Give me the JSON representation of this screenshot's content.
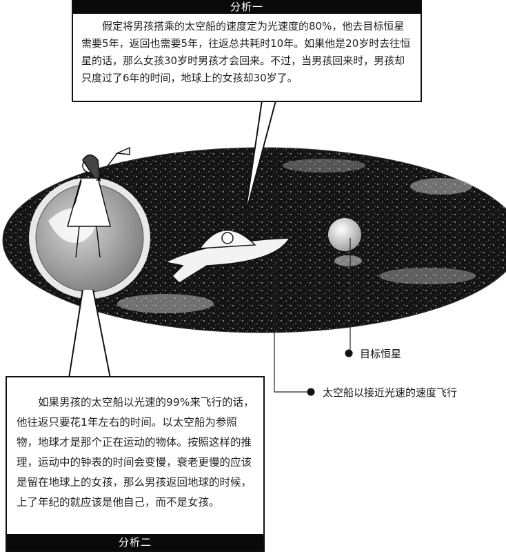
{
  "analysis_one": {
    "title": "分析一",
    "text": "假定将男孩搭乘的太空船的速度定为光速度的80%，他去目标恒星需要5年，返回也需要5年，往返总共耗时10年。如果他是20岁时去往恒星的话，那么女孩30岁时男孩才会回来。不过，当男孩回来时，男孩却只度过了6年的时间，地球上的女孩却30岁了。"
  },
  "analysis_two": {
    "title": "分析二",
    "text": "如果男孩的太空船以光速的99%来飞行的话，他往返只要花1年左右的时间。以太空船为参照物，地球才是那个正在运动的物体。按照这样的推理，运动中的钟表的时间会变慢，衰老更慢的应该是留在地球上的女孩，那么男孩返回地球的时候，上了年纪的就应该是他自己，而不是女孩。"
  },
  "labels": {
    "target_star": "目标恒星",
    "spaceship": "太空船以接近光速的速度飞行"
  }
}
